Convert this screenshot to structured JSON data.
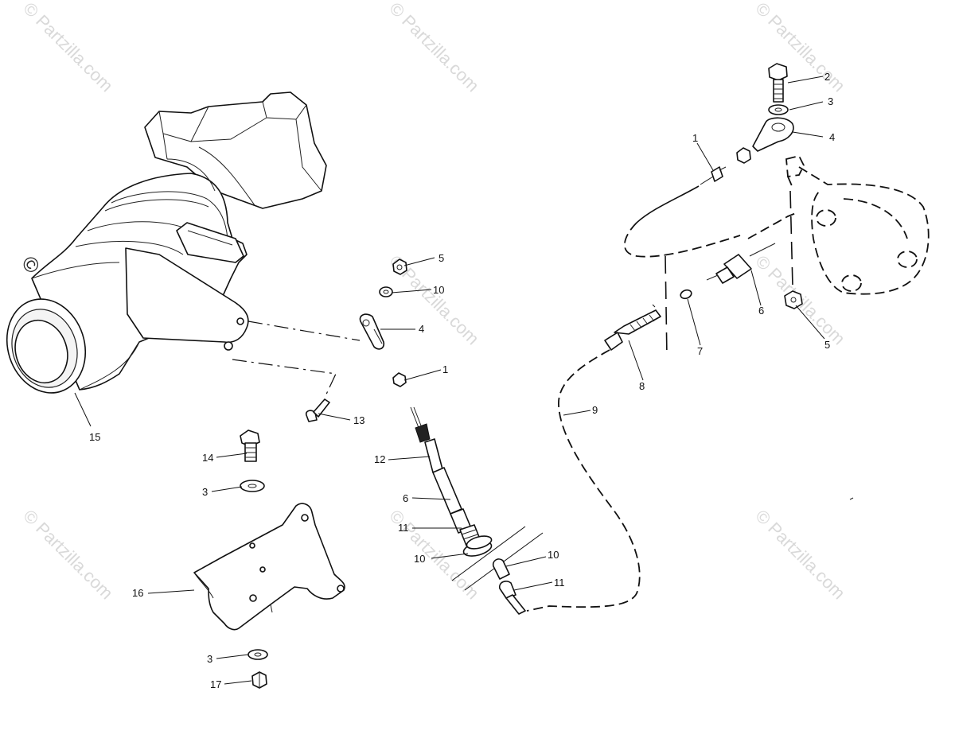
{
  "watermark": {
    "text": "© Partzilla.com"
  },
  "callouts": {
    "c1a": "1",
    "c2": "2",
    "c3a": "3",
    "c4a": "4",
    "c6a": "6",
    "c7": "7",
    "c8": "8",
    "c9": "9",
    "c5a": "5",
    "c5b": "5",
    "c10a": "10",
    "c4b": "4",
    "c1b": "1",
    "c13": "13",
    "c15": "15",
    "c14": "14",
    "c12": "12",
    "c3b": "3",
    "c6b": "6",
    "c11a": "11",
    "c10b": "10",
    "c10c": "10",
    "c11b": "11",
    "c16": "16",
    "c3c": "3",
    "c17": "17"
  }
}
